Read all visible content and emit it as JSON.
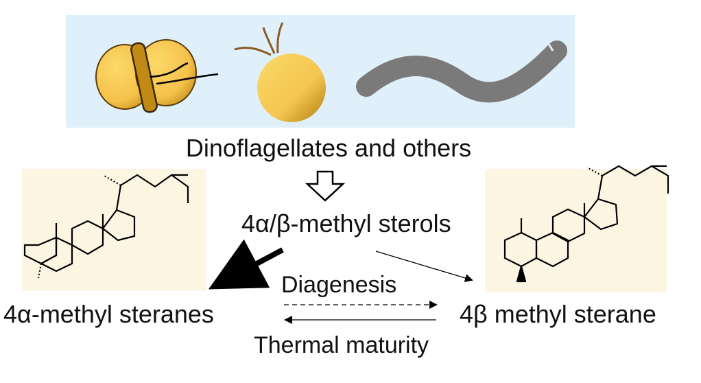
{
  "labels": {
    "organisms": "Dinoflagellates and others",
    "sterols": "4α/β-methyl sterols",
    "alpha_steranes": "4α-methyl steranes",
    "beta_sterane": "4β methyl sterane",
    "diagenesis": "Diagenesis",
    "thermal_maturity": "Thermal maturity"
  },
  "colors": {
    "organism_panel": "#dff0fa",
    "molecule_panel": "#fbf5e2",
    "cell_fill": "#f7c74f",
    "cell_shade": "#b8860b",
    "worm": "#7a7a7a"
  },
  "icons": [
    "dinoflagellate-icon",
    "coccolithophore-icon",
    "worm-icon",
    "hollow-down-arrow-icon"
  ]
}
